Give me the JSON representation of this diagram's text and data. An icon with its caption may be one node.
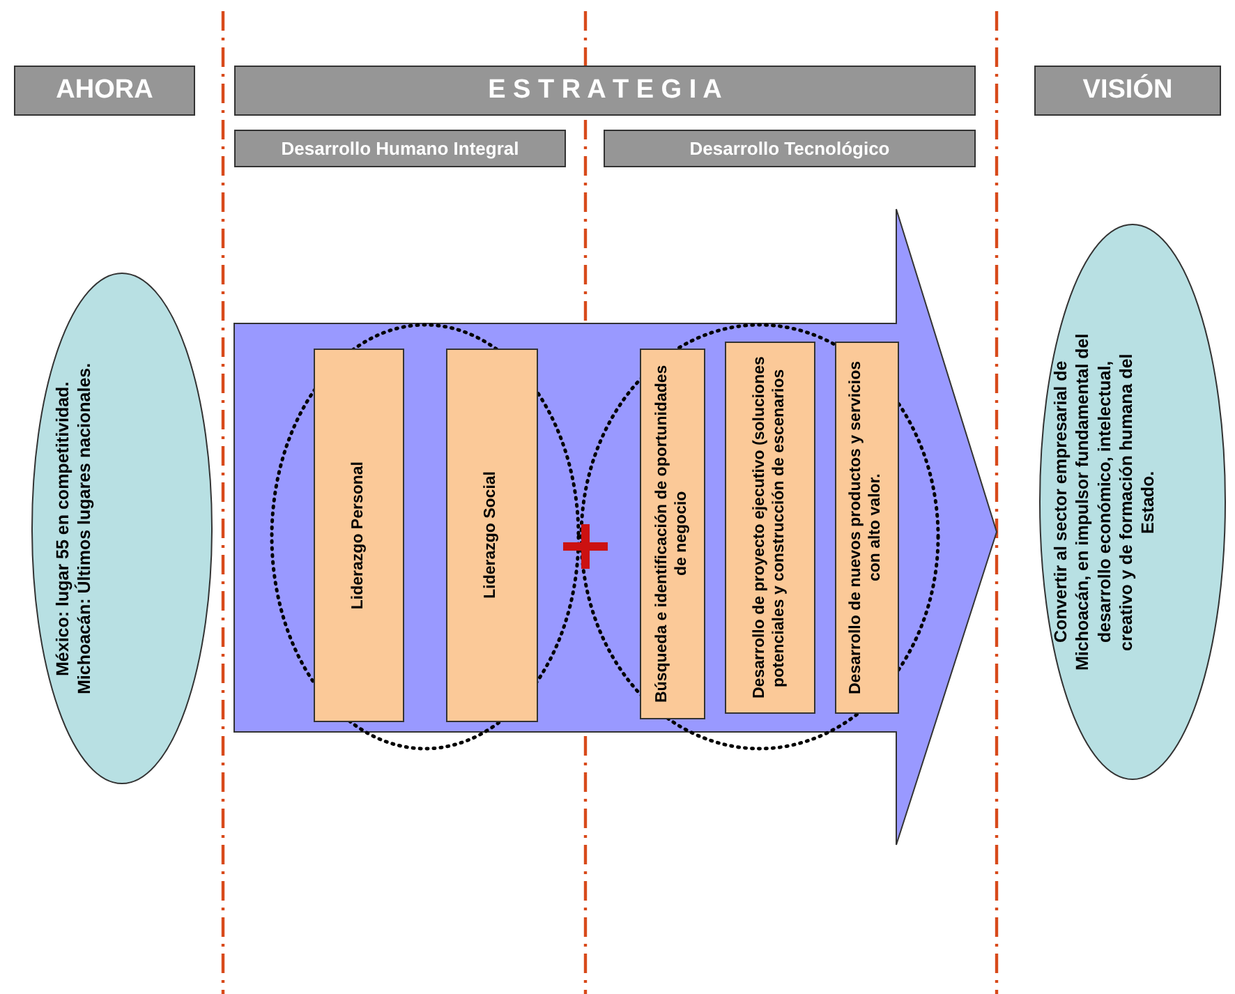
{
  "diagram": {
    "nodes": [
      {
        "text": [
          "AHORA"
        ]
      },
      {
        "text": [
          "E S T R A T E G I A"
        ]
      },
      {
        "text": [
          "VISIÓN"
        ]
      },
      {
        "text": [
          "Desarrollo Humano Integral"
        ]
      },
      {
        "text": [
          "Desarrollo Tecnológico"
        ]
      },
      {
        "text": [
          "México: lugar 55 en competitividad. Michoacán: Últimos lugares nacionales."
        ]
      },
      {
        "text": [],
        "shape": "arrow"
      },
      {
        "text": [
          "Liderazgo Personal"
        ],
        "in": 6
      },
      {
        "text": [
          "Liderazgo Social"
        ],
        "in": 6
      },
      {
        "text": [
          "Búsqueda e identificación de oportunidades de negocio"
        ],
        "in": 6
      },
      {
        "text": [
          "Desarrollo de proyecto ejecutivo (soluciones potenciales y construcción de escenarios"
        ],
        "in": 6
      },
      {
        "text": [
          "Desarrollo de nuevos productos y servicios con alto valor."
        ],
        "in": 6
      },
      {
        "text": [
          "Convertir al sector empresarial de Michoacán, en impulsor fundamental del desarrollo económico, intelectual, creativo y de formación humana del Estado."
        ]
      }
    ],
    "edges": []
  }
}
